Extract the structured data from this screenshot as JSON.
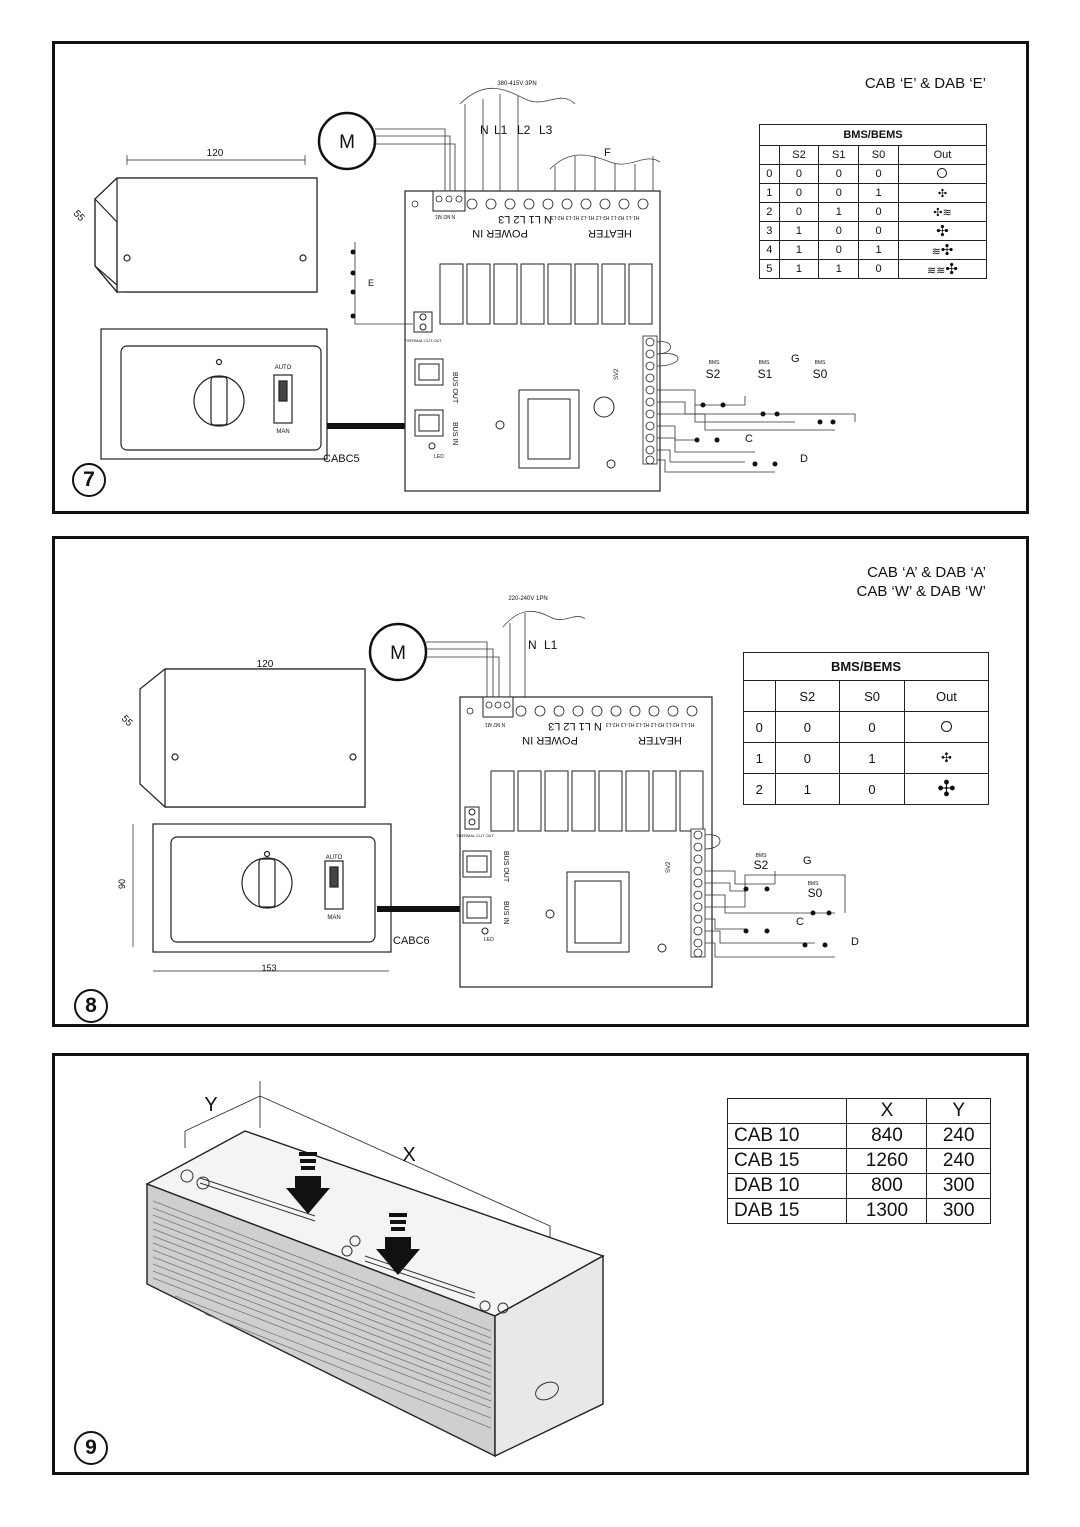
{
  "panel7": {
    "number": "7",
    "title": "CAB ‘E’ & DAB ‘E’",
    "supply": "380-415V 3PN",
    "motor": "M",
    "terminals": [
      "N",
      "L1",
      "L2",
      "L3"
    ],
    "letters": {
      "E": "E",
      "F": "F",
      "G": "G",
      "C": "C",
      "D": "D"
    },
    "bms_labels": {
      "s2": "S2",
      "s1": "S1",
      "s0": "S0",
      "tag": "BMS"
    },
    "board": {
      "power_in": "POWER IN",
      "heater": "HEATER",
      "bus_out": "BUS OUT",
      "bus_in": "BUS IN",
      "led": "LED",
      "thermal": "THERMAL CUT OUT",
      "sv2": "SV2",
      "motor_terms": "N M2 M1",
      "power_terms": "N L1 L2 L3",
      "heater_terms": "H1-L1 H2-L1 H2-L2 H1-L2 H1-L3 H2-L3"
    },
    "switch": {
      "auto": "AUTO",
      "man": "MAN"
    },
    "box_dims": {
      "width": "120",
      "depth": "55"
    },
    "controller": "CABC5",
    "table": {
      "title": "BMS/BEMS",
      "headers": [
        "",
        "S2",
        "S1",
        "S0",
        "Out"
      ],
      "rows": [
        [
          "0",
          "0",
          "0",
          "0",
          "off"
        ],
        [
          "1",
          "0",
          "0",
          "1",
          "fan-low"
        ],
        [
          "2",
          "0",
          "1",
          "0",
          "fan-low-heat"
        ],
        [
          "3",
          "1",
          "0",
          "0",
          "fan-high"
        ],
        [
          "4",
          "1",
          "0",
          "1",
          "fan-high-heat"
        ],
        [
          "5",
          "1",
          "1",
          "0",
          "fan-high-heat2"
        ]
      ]
    }
  },
  "panel8": {
    "number": "8",
    "title_line1": "CAB ‘A’ & DAB ‘A’",
    "title_line2": "CAB ‘W’ & DAB ‘W’",
    "supply": "220-240V 1PN",
    "motor": "M",
    "terminals": [
      "N",
      "L1"
    ],
    "letters": {
      "G": "G",
      "C": "C",
      "D": "D"
    },
    "bms_labels": {
      "s2": "S2",
      "s0": "S0",
      "tag": "BMS"
    },
    "board": {
      "power_in": "POWER IN",
      "heater": "HEATER",
      "bus_out": "BUS OUT",
      "bus_in": "BUS IN",
      "led": "LED",
      "thermal": "THERMAL CUT OUT",
      "sv2": "SV2",
      "motor_terms": "N M2 M1",
      "power_terms": "N L1 L2 L3",
      "heater_terms": "H1-L1 H2-L1 H2-L2 H1-L2 H1-L3 H2-L3"
    },
    "switch": {
      "auto": "AUTO",
      "man": "MAN"
    },
    "box_dims": {
      "width": "120",
      "depth": "55",
      "plate_h": "90",
      "plate_w": "153"
    },
    "controller": "CABC6",
    "table": {
      "title": "BMS/BEMS",
      "headers": [
        "",
        "S2",
        "S0",
        "Out"
      ],
      "rows": [
        [
          "0",
          "0",
          "0",
          "off"
        ],
        [
          "1",
          "0",
          "1",
          "fan-low"
        ],
        [
          "2",
          "1",
          "0",
          "fan-high"
        ]
      ]
    }
  },
  "panel9": {
    "number": "9",
    "label_x": "X",
    "label_y": "Y",
    "table": {
      "headers": [
        "",
        "X",
        "Y"
      ],
      "rows": [
        [
          "CAB 10",
          "840",
          "240"
        ],
        [
          "CAB 15",
          "1260",
          "240"
        ],
        [
          "DAB 10",
          "800",
          "300"
        ],
        [
          "DAB 15",
          "1300",
          "300"
        ]
      ]
    }
  }
}
